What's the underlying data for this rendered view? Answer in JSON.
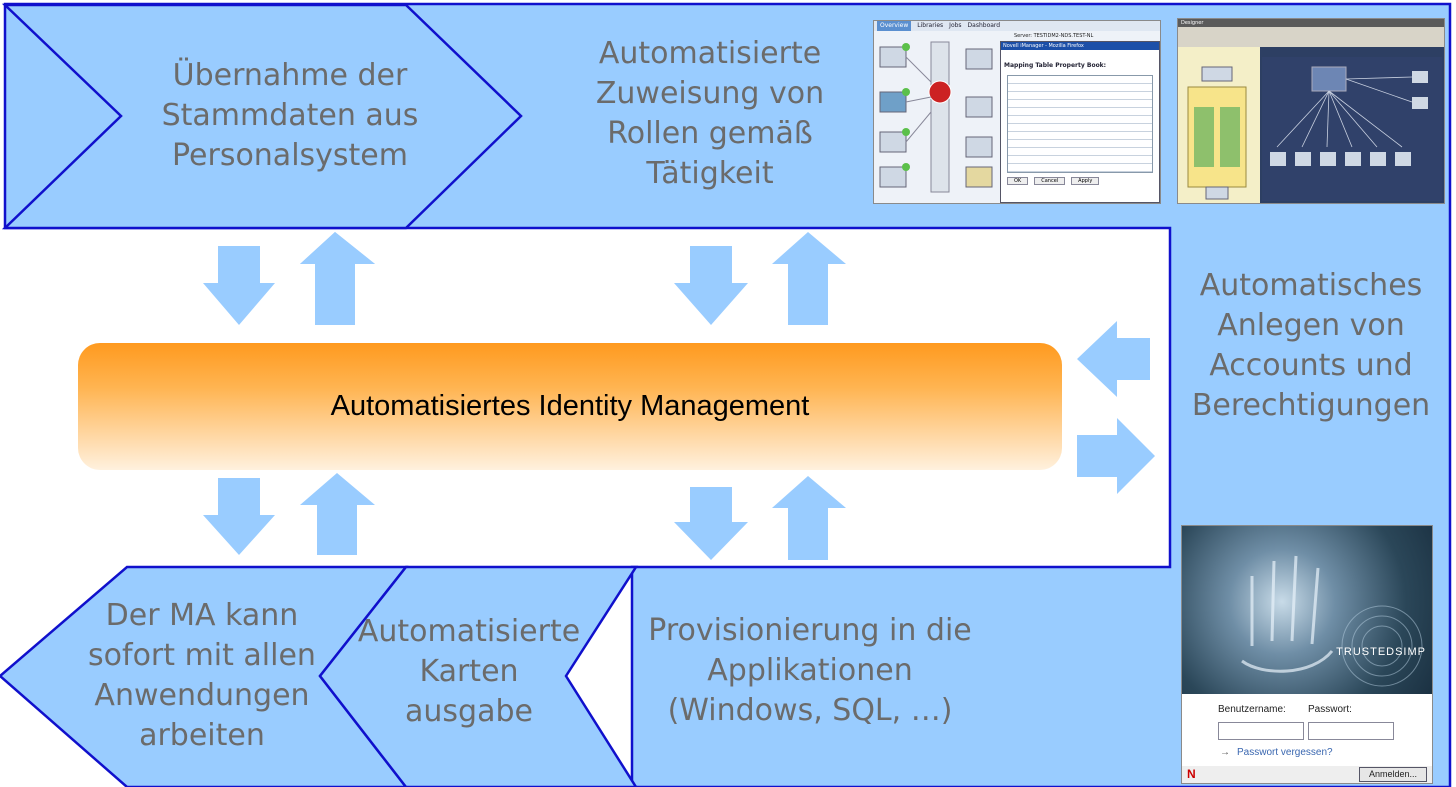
{
  "top_left_step": {
    "lines": [
      "Übernahme der",
      "Stammdaten aus",
      "Personalsystem"
    ]
  },
  "top_middle_step": {
    "lines": [
      "Automatisierte",
      "Zuweisung von",
      "Rollen gemäß",
      "Tätigkeit"
    ]
  },
  "right_step": {
    "lines": [
      "Automatisches",
      "Anlegen von",
      "Accounts und",
      "Berechtigungen"
    ]
  },
  "core": {
    "label": "Automatisiertes Identity Management"
  },
  "bottom_right_step": {
    "lines": [
      "Provisionierung in die",
      "Applikationen",
      "(Windows, SQL, …)"
    ]
  },
  "bottom_middle_step": {
    "lines": [
      "Automatisierte",
      "Karten",
      "ausgabe"
    ]
  },
  "bottom_left_step": {
    "lines": [
      "Der MA kann",
      "sofort mit allen",
      "Anwendungen",
      "arbeiten"
    ]
  },
  "screenshot_idm": {
    "tabs": [
      "Overview",
      "Libraries",
      "Jobs",
      "Dashboard"
    ],
    "server": "Server: TESTIDM2-NDS.TEST-NL",
    "dialog_title": "Novell iManager - Mozilla Firefox",
    "dialog_heading": "Mapping Table Property Book:",
    "buttons": [
      "OK",
      "Cancel",
      "Apply"
    ]
  },
  "screenshot_designer": {
    "title": "Designer"
  },
  "login": {
    "brand": "TRUSTEDSIMP",
    "username_label": "Benutzername:",
    "password_label": "Passwort:",
    "forgot_link": "Passwort vergessen?",
    "login_button": "Anmelden...",
    "n_logo": "N"
  },
  "colors": {
    "panel": "#99ccff",
    "border": "#1010cc",
    "arrow": "#99ccff",
    "text": "#6b6b6b",
    "core_top": "#ff9a1f"
  }
}
